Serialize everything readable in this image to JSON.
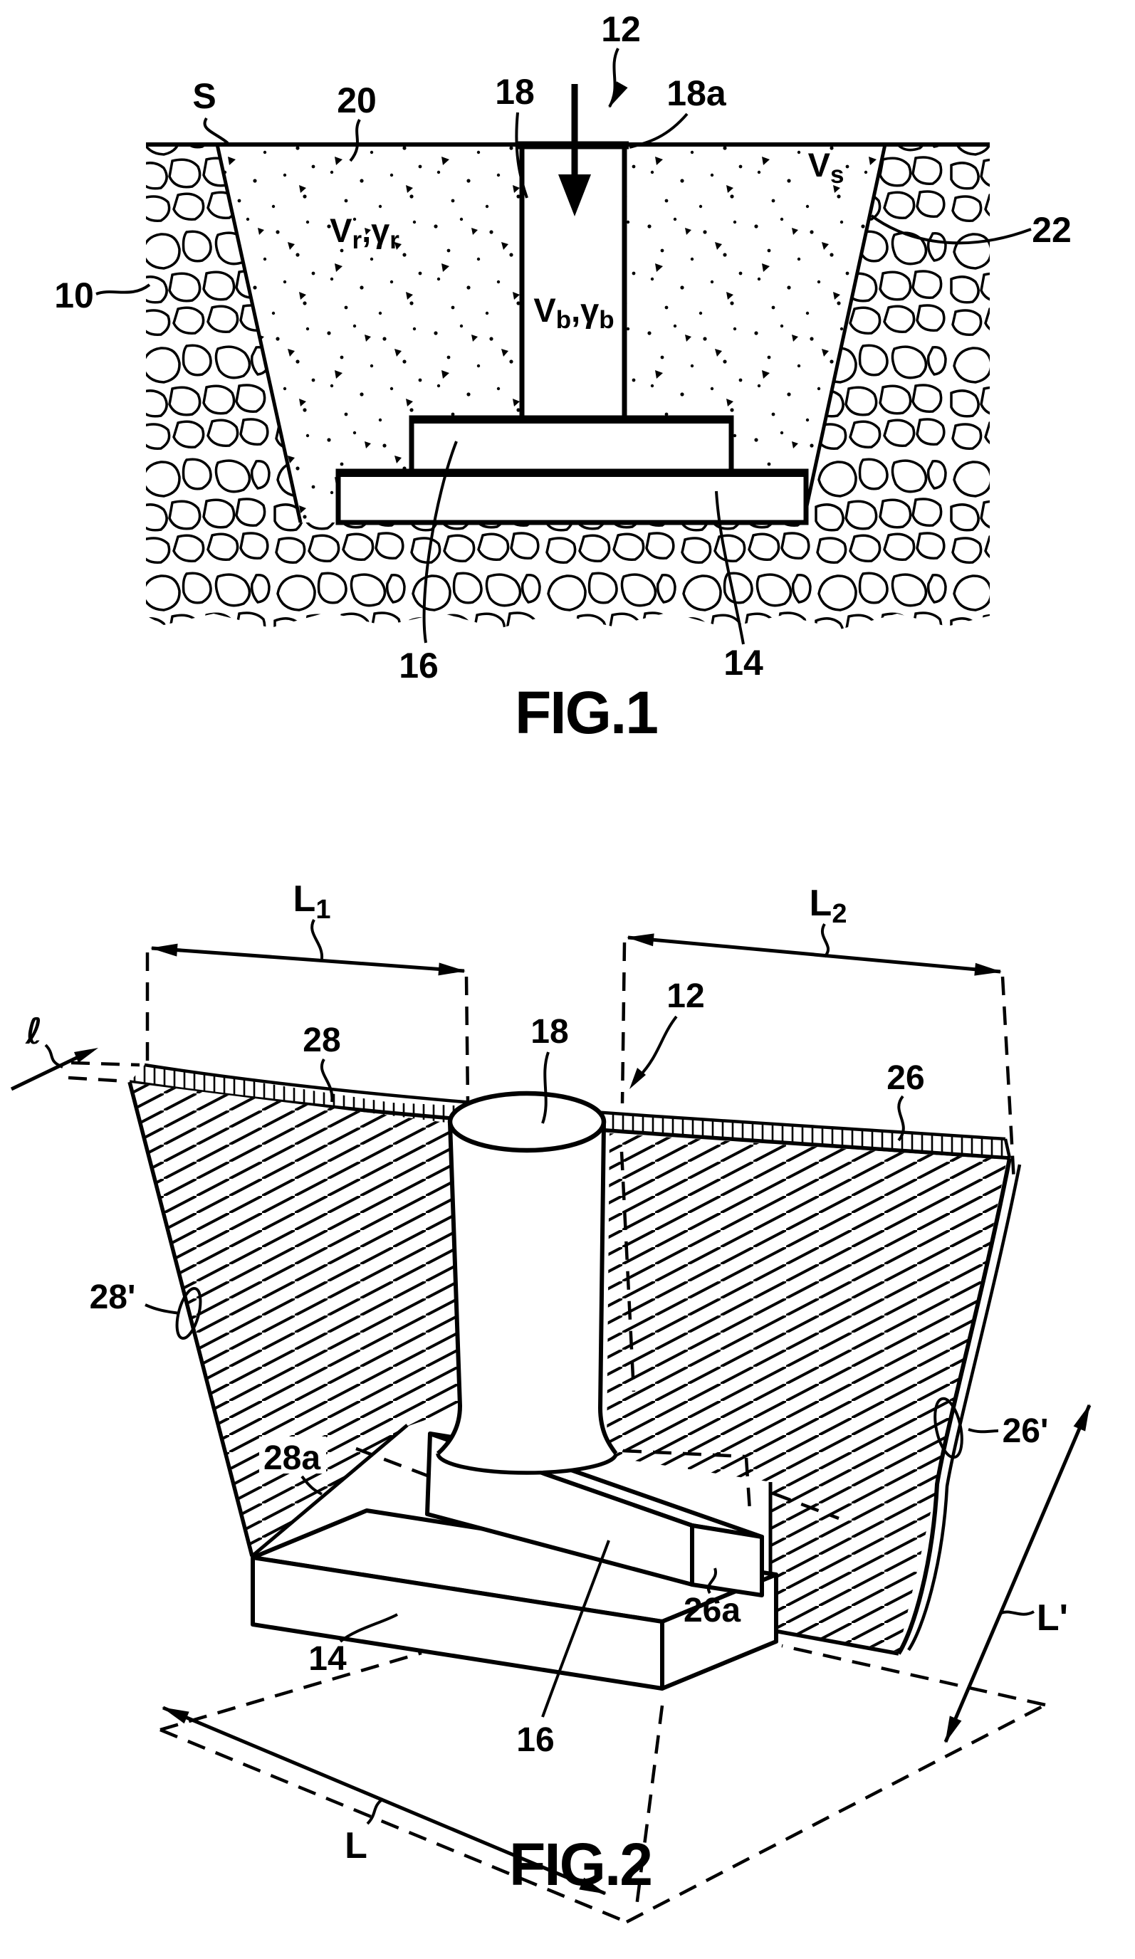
{
  "figure1": {
    "caption": "FIG.1",
    "labels": {
      "s": "S",
      "n20": "20",
      "n18": "18",
      "n12": "12",
      "n18a": "18a",
      "n10": "10",
      "n22": "22",
      "n16": "16",
      "n14": "14"
    },
    "texts": {
      "vr": {
        "v": "V",
        "s1": "r",
        "mid": ",γ",
        "s2": "r"
      },
      "vb": {
        "v": "V",
        "s1": "b",
        "mid": ",γ",
        "s2": "b"
      },
      "vs": {
        "v": "V",
        "s1": "s"
      }
    }
  },
  "figure2": {
    "caption": "FIG.2",
    "labels": {
      "n28": "28",
      "n26": "26",
      "n18": "18",
      "n12": "12",
      "n28p": "28'",
      "n26p": "26'",
      "n28a": "28a",
      "n26a": "26a",
      "n14": "14",
      "n16": "16",
      "ell": "ℓ"
    },
    "dims": {
      "l1": {
        "main": "L",
        "sub": "1"
      },
      "l2": {
        "main": "L",
        "sub": "2"
      },
      "l": {
        "main": "L"
      },
      "lp": {
        "main": "L'"
      }
    }
  }
}
